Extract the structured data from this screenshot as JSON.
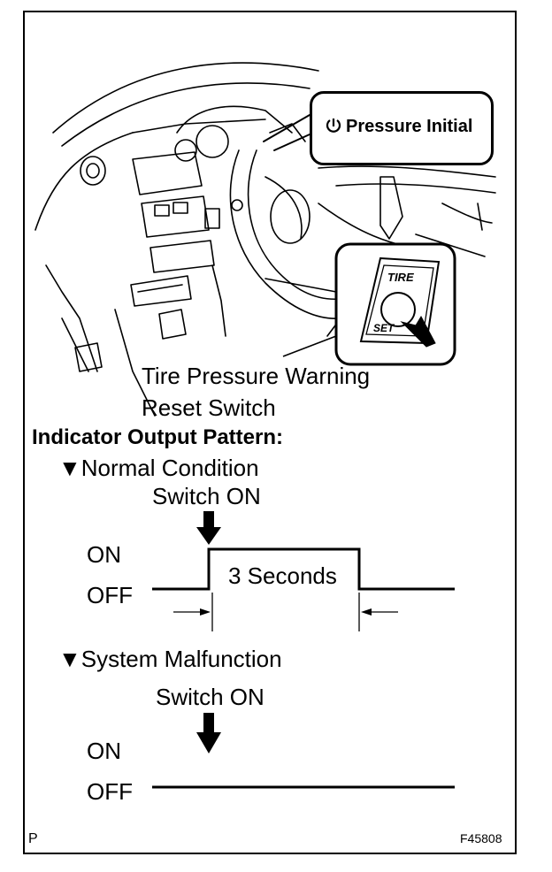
{
  "dash_callout": {
    "icon": "tpms-indicator-icon",
    "label": "Pressure Initial"
  },
  "switch_face": {
    "top_label": "TIRE",
    "bottom_label": "SET"
  },
  "caption": {
    "line1": "Tire Pressure Warning",
    "line2": "Reset Switch"
  },
  "section_title": "Indicator Output Pattern:",
  "normal": {
    "heading": "Normal Condition",
    "switch_label": "Switch ON",
    "on_label": "ON",
    "off_label": "OFF",
    "duration_label": "3 Seconds",
    "duration_seconds": 3
  },
  "malfunction": {
    "heading": "System Malfunction",
    "switch_label": "Switch ON",
    "on_label": "ON",
    "off_label": "OFF"
  },
  "footer": {
    "left": "P",
    "right": "F45808"
  }
}
